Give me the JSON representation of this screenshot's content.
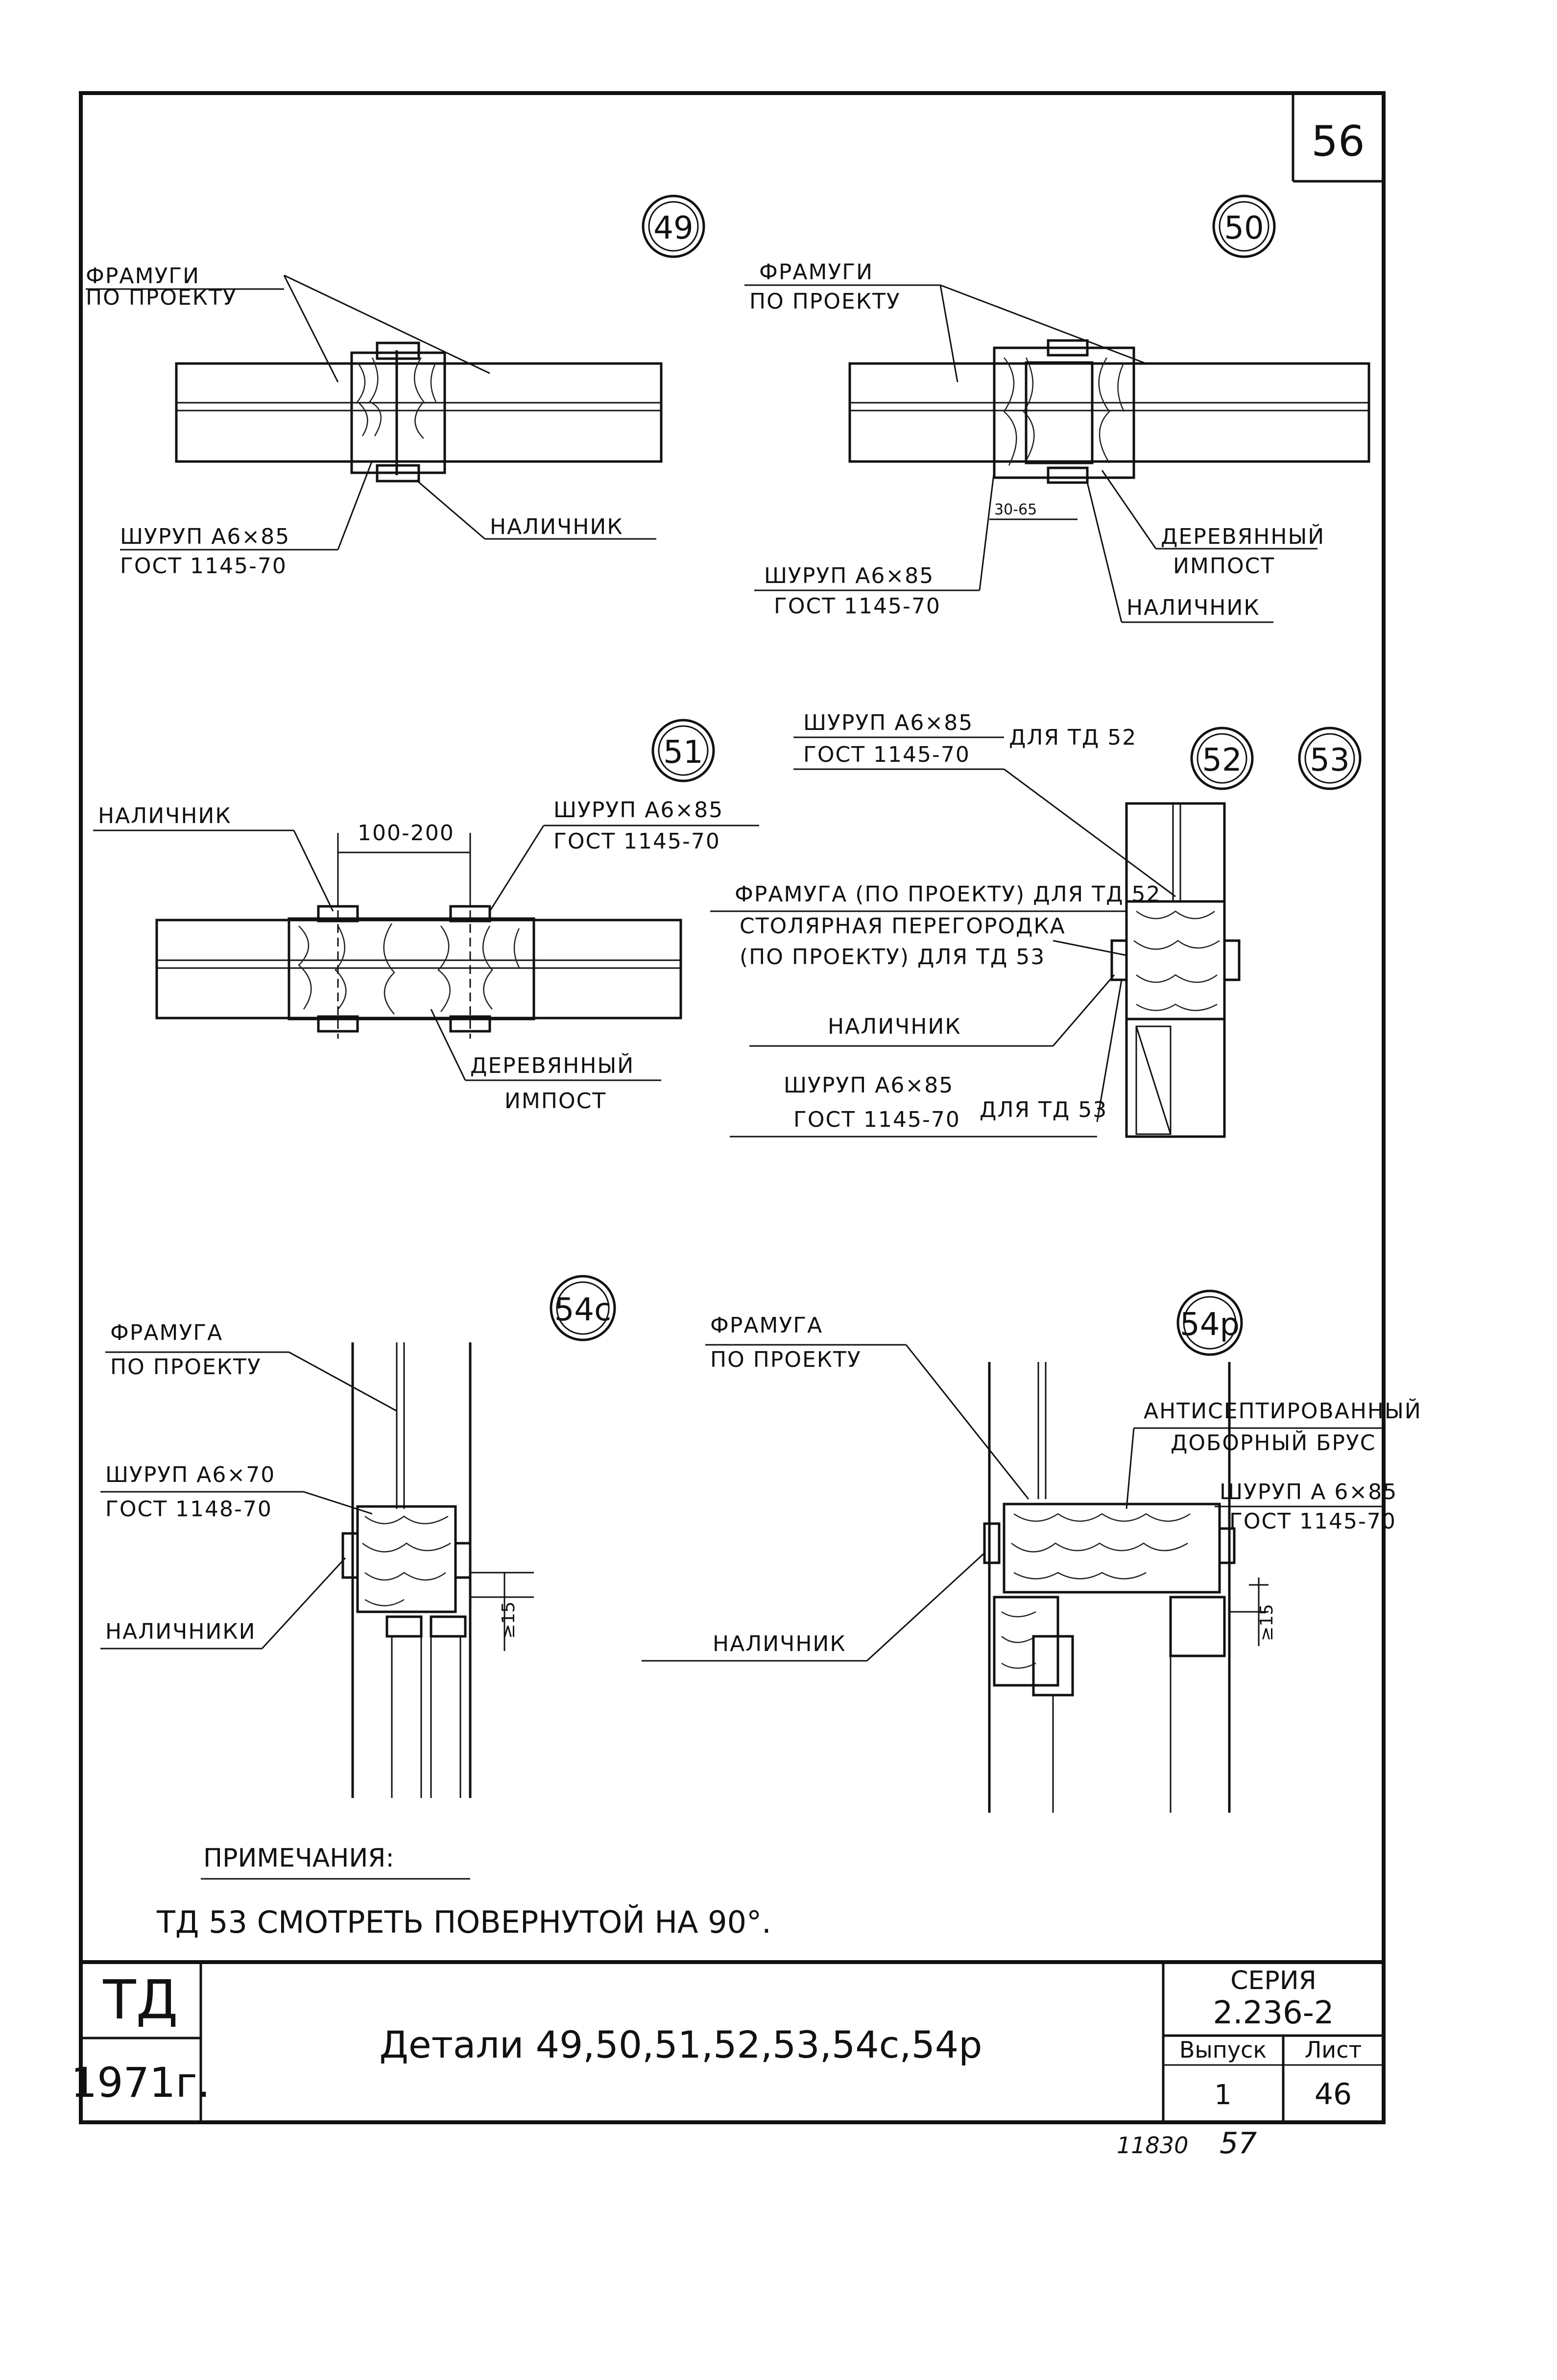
{
  "sheet": {
    "page_number": "56",
    "footer_number": "11830",
    "footer_page": "57"
  },
  "details": [
    {
      "id": "49",
      "labels": [
        "ФРАМУГИ",
        "ПО ПРОЕКТУ",
        "ШУРУП А6×85",
        "ГОСТ 1145-70",
        "НАЛИЧНИК"
      ]
    },
    {
      "id": "50",
      "labels": [
        "ФРАМУГИ",
        "ПО ПРОЕКТУ",
        "ШУРУП А6×85",
        "ГОСТ 1145-70",
        "ДЕРЕВЯННЫЙ",
        "ИМПОСТ",
        "НАЛИЧНИК",
        "30-65"
      ]
    },
    {
      "id": "51",
      "labels": [
        "НАЛИЧНИК",
        "100-200",
        "ШУРУП А6×85",
        "ГОСТ 1145-70",
        "ДЕРЕВЯННЫЙ",
        "ИМПОСТ"
      ]
    },
    {
      "id": "52",
      "id2": "53",
      "labels": [
        "ШУРУП А6×85",
        "ГОСТ 1145-70",
        "ДЛЯ ТД 52",
        "ФРАМУГА (ПО ПРОЕКТУ) ДЛЯ ТД 52",
        "СТОЛЯРНАЯ ПЕРЕГОРОДКА",
        "(ПО ПРОЕКТУ) ДЛЯ ТД 53",
        "НАЛИЧНИК",
        "ШУРУП А6×85",
        "ГОСТ 1145-70",
        "ДЛЯ ТД 53"
      ]
    },
    {
      "id": "54с",
      "labels": [
        "ФРАМУГА",
        "ПО ПРОЕКТУ",
        "ШУРУП А6×70",
        "ГОСТ 1148-70",
        "НАЛИЧНИКИ",
        "≥15"
      ]
    },
    {
      "id": "54р",
      "labels": [
        "ФРАМУГА",
        "ПО ПРОЕКТУ",
        "АНТИСЕПТИРОВАННЫЙ",
        "ДОБОРНЫЙ БРУС",
        "ШУРУП А 6×85",
        "ГОСТ 1145-70",
        "НАЛИЧНИК",
        "≥15"
      ]
    }
  ],
  "notes": {
    "heading": "ПРИМЕЧАНИЯ:",
    "text": "ТД 53 СМОТРЕТЬ ПОВЕРНУТОЙ НА 90°."
  },
  "title_block": {
    "code": "ТД",
    "year": "1971г.",
    "title": "Детали 49,50,51,52,53,54с,54р",
    "series_label": "СЕРИЯ",
    "series_value": "2.236-2",
    "issue_label": "Выпуск",
    "issue_value": "1",
    "sheet_label": "Лист",
    "sheet_value": "46"
  }
}
